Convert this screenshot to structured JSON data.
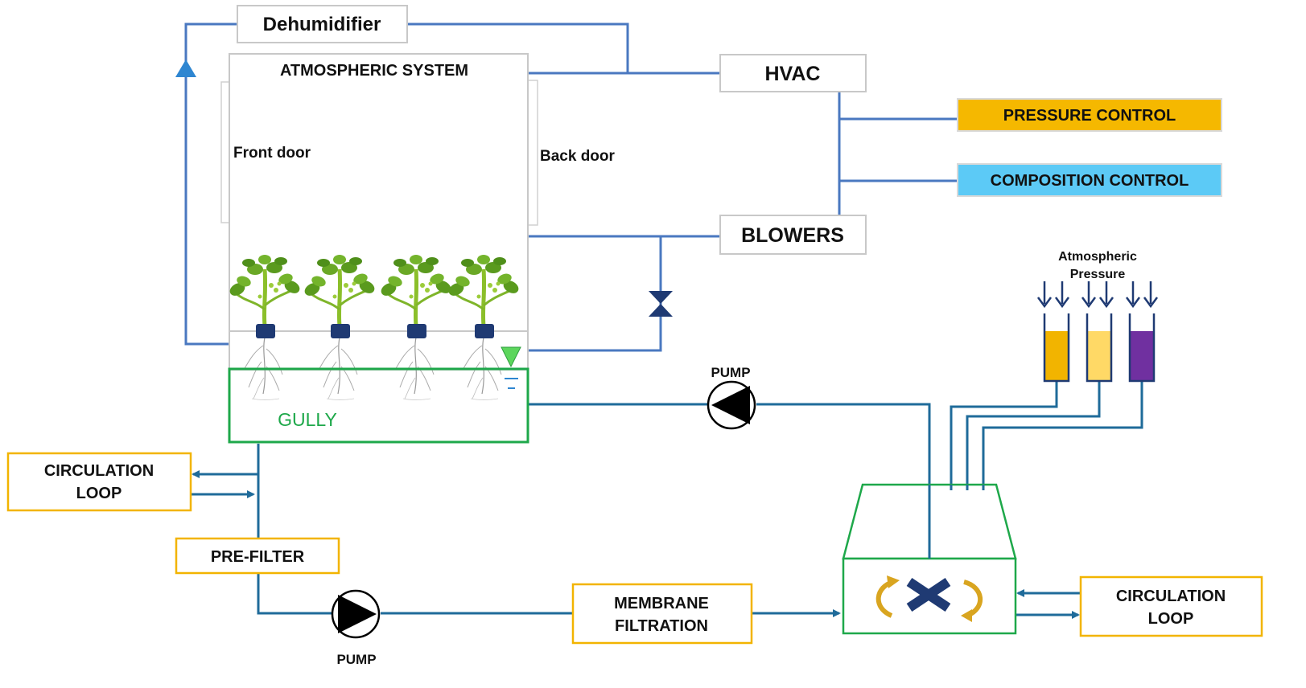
{
  "colors": {
    "pipe_air": "#4a78c0",
    "pipe_water": "#1f6b9a",
    "box_border_grey": "#c8c8c8",
    "box_border_yellow": "#f2b400",
    "gully_green": "#1ea84a",
    "pressure_fill": "#f5b800",
    "composition_fill": "#5ccaf6",
    "navy": "#1f3a73",
    "tank_dark_yellow": "#f2b400",
    "tank_light_yellow": "#ffd966",
    "tank_purple": "#7030a0",
    "mixer_arrow_gold": "#d9a520"
  },
  "labels": {
    "dehumidifier": "Dehumidifier",
    "atmospheric_system": "ATMOSPHERIC SYSTEM",
    "front_door": "Front door",
    "back_door": "Back door",
    "hvac": "HVAC",
    "blowers": "BLOWERS",
    "pressure_control": "PRESSURE CONTROL",
    "composition_control": "COMPOSITION CONTROL",
    "gully": "GULLY",
    "pump_top": "PUMP",
    "pump_bottom": "PUMP",
    "atmospheric_pressure_line1": "Atmospheric",
    "atmospheric_pressure_line2": "Pressure",
    "circulation_loop_left_line1": "CIRCULATION",
    "circulation_loop_left_line2": "LOOP",
    "circulation_loop_right_line1": "CIRCULATION",
    "circulation_loop_right_line2": "LOOP",
    "pre_filter": "PRE-FILTER",
    "membrane_filtration_line1": "MEMBRANE",
    "membrane_filtration_line2": "FILTRATION"
  },
  "icons": {
    "flow_arrow": "triangle-up-icon",
    "valve": "bowtie-valve-icon",
    "water_level": "inverted-triangle-level-icon",
    "pump": "pump-triangle-icon",
    "mixer": "rotating-arrows-cross-icon",
    "plant": "tomato-plant-icon",
    "pressure_arrows": "down-arrow-icon"
  }
}
